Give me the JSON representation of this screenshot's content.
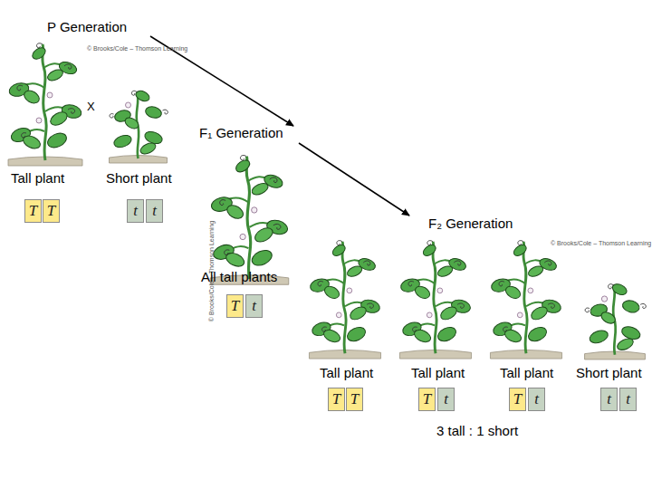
{
  "diagram": {
    "nodes": [
      {
        "text": [
          "T"
        ]
      },
      {
        "text": [
          "T"
        ]
      },
      {
        "text": [
          "t"
        ]
      },
      {
        "text": [
          "t"
        ]
      },
      {
        "text": [
          "T"
        ]
      },
      {
        "text": [
          "t"
        ]
      },
      {
        "text": [
          "T"
        ]
      },
      {
        "text": [
          "T"
        ]
      },
      {
        "text": [
          "T"
        ]
      },
      {
        "text": [
          "t"
        ]
      },
      {
        "text": [
          "T"
        ]
      },
      {
        "text": [
          "t"
        ]
      },
      {
        "text": [
          "t"
        ]
      },
      {
        "text": [
          "t"
        ]
      }
    ],
    "labels": [
      "P Generation",
      "© Brooks/Cole – Thomson Learning",
      "X",
      "F₁ Generation",
      "Tall plant",
      "Short plant",
      "© Brooks/Cole – Thomson Learning",
      "All tall plants",
      "F₂ Generation",
      "© Brooks/Cole – Thomson Learning",
      "Tall plant",
      "Tall plant",
      "Tall plant",
      "Short plant",
      "3 tall : 1 short"
    ]
  }
}
